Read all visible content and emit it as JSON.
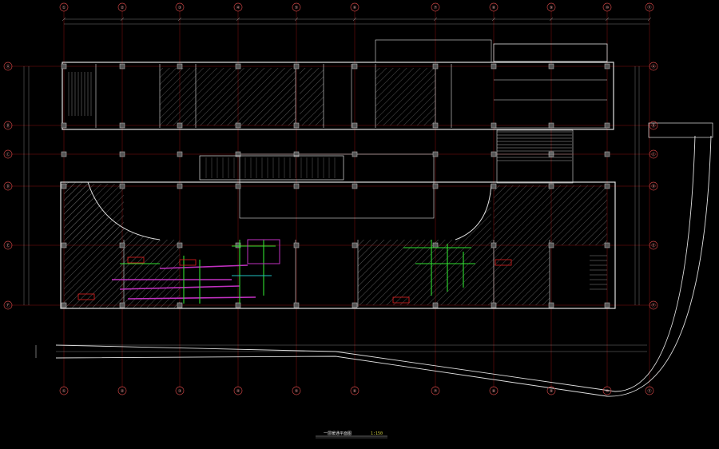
{
  "drawing": {
    "title": "一层暖通平面图",
    "scale": "1:150"
  },
  "axis_bubbles": {
    "top": [
      "①",
      "②",
      "③",
      "④",
      "⑤",
      "⑥",
      "⑦",
      "⑧",
      "⑨",
      "⑩",
      "⑪"
    ],
    "bottom": [
      "①",
      "②",
      "③",
      "④",
      "⑤",
      "⑥",
      "⑦",
      "⑧",
      "⑨",
      "⑩",
      "⑪"
    ],
    "left": [
      "Ⓐ",
      "Ⓑ",
      "Ⓒ",
      "Ⓓ",
      "Ⓔ",
      "Ⓕ"
    ],
    "right": [
      "Ⓐ",
      "Ⓑ",
      "Ⓒ",
      "Ⓓ",
      "Ⓔ",
      "Ⓕ"
    ]
  },
  "colors": {
    "background": "#000000",
    "wall": "#e0e0e0",
    "axis": "#8a1010",
    "bubble": "#c04040",
    "dimension": "#9a9a9a",
    "hatch": "#707070",
    "duct_green": "#30e030",
    "duct_magenta": "#c030c0",
    "duct_cyan": "#20c0c0",
    "tag_red": "#e02020",
    "column": "#b0b0b0"
  }
}
